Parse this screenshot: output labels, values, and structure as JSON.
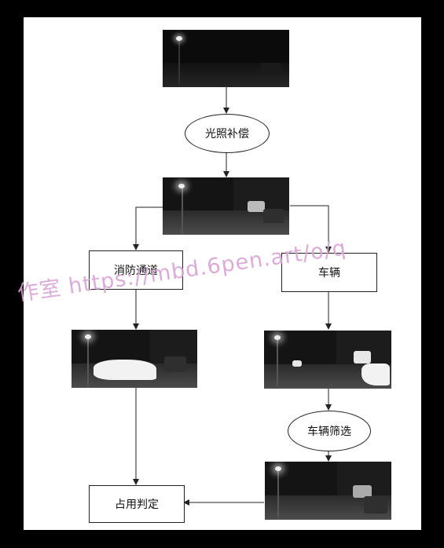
{
  "diagram": {
    "nodes": {
      "illumination": "光照补偿",
      "fire_lane": "消防通道",
      "vehicle": "车辆",
      "vehicle_filter": "车辆筛选",
      "occupancy": "占用判定"
    }
  },
  "watermark": "作室 https://mbd.6pen.art/o/q"
}
